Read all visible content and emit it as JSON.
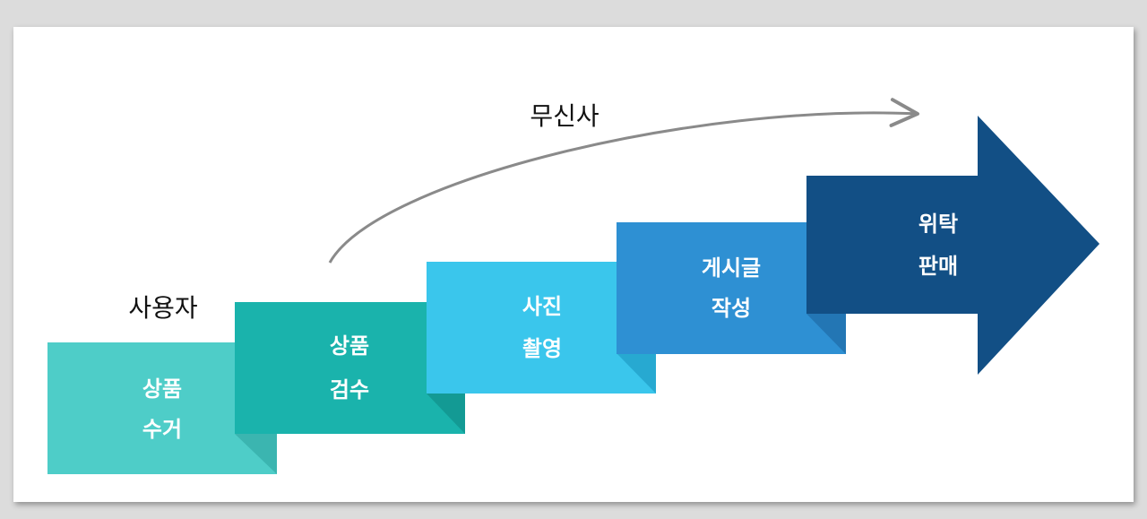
{
  "actors": {
    "user_label": "사용자",
    "musinsa_label": "무신사"
  },
  "steps": [
    {
      "line1": "상품",
      "line2": "수거",
      "color": "#4ecdc8",
      "fold": "#3bb5b0"
    },
    {
      "line1": "상품",
      "line2": "검수",
      "color": "#1ab3ac",
      "fold": "#139a94"
    },
    {
      "line1": "사진",
      "line2": "촬영",
      "color": "#3ac6ec",
      "fold": "#27a9d1"
    },
    {
      "line1": "게시글",
      "line2": "작성",
      "color": "#2e90d3",
      "fold": "#2376b4"
    },
    {
      "line1": "위탁",
      "line2": "판매",
      "color": "#124f85",
      "fold": "#0d3c67"
    }
  ],
  "colors": {
    "curve_arrow": "#8a8a8a",
    "text_dark": "#111111",
    "text_light": "#ffffff"
  }
}
